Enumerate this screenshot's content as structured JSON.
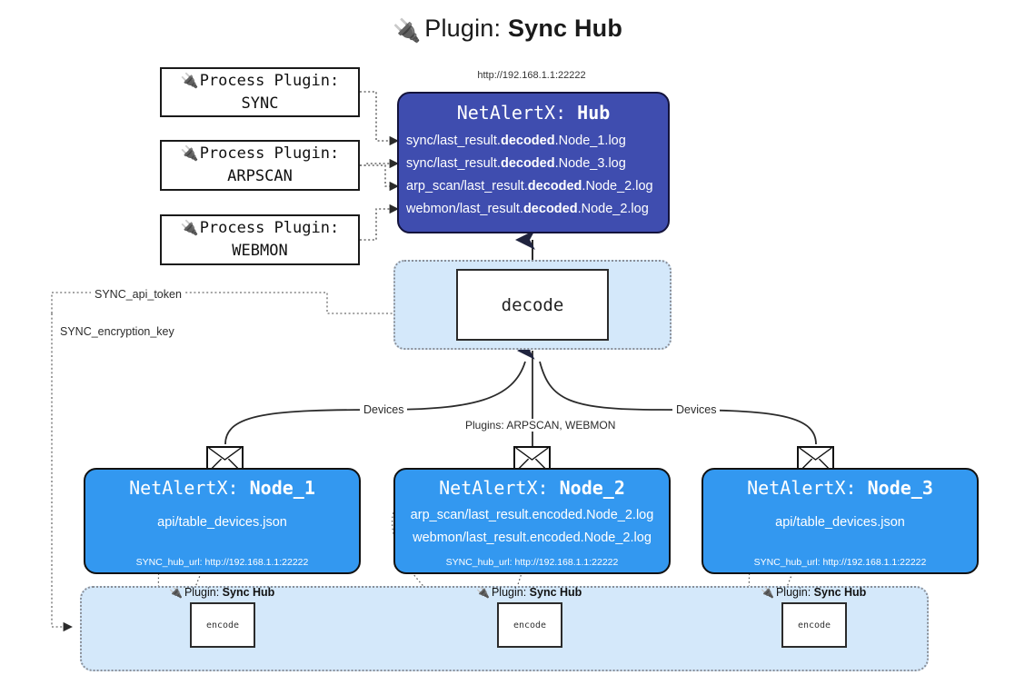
{
  "title": {
    "icon": "plug-icon",
    "lead": "Plugin:",
    "name": "Sync Hub"
  },
  "hub": {
    "url": "http://192.168.1.1:22222",
    "prefix": "NetAlertX:",
    "name": "Hub",
    "rows": [
      {
        "pre": "sync/last_result.",
        "mid": "decoded",
        "post": ".Node_1.log"
      },
      {
        "pre": "sync/last_result.",
        "mid": "decoded",
        "post": ".Node_3.log"
      },
      {
        "pre": "arp_scan/last_result.",
        "mid": "decoded",
        "post": ".Node_2.log"
      },
      {
        "pre": "webmon/last_result.",
        "mid": "decoded",
        "post": ".Node_2.log"
      }
    ]
  },
  "process_plugins": [
    {
      "icon": "plug-icon",
      "label": "Process Plugin:",
      "name": "SYNC"
    },
    {
      "icon": "plug-icon",
      "label": "Process Plugin:",
      "name": "ARPSCAN"
    },
    {
      "icon": "plug-icon",
      "label": "Process Plugin:",
      "name": "WEBMON"
    }
  ],
  "decode": {
    "label": "decode"
  },
  "settings_edges": [
    {
      "label": "SYNC_api_token"
    },
    {
      "label": "SYNC_encryption_key"
    }
  ],
  "transfer_labels": {
    "left": "Devices",
    "center": "Plugins: ARPSCAN, WEBMON",
    "right": "Devices"
  },
  "nodes": [
    {
      "prefix": "NetAlertX:",
      "name": "Node_1",
      "lines": [
        "api/table_devices.json"
      ],
      "footer": "SYNC_hub_url: http://192.168.1.1:22222",
      "envelope_icon": "envelope-icon"
    },
    {
      "prefix": "NetAlertX:",
      "name": "Node_2",
      "lines": [
        "arp_scan/last_result.encoded.Node_2.log",
        "webmon/last_result.encoded.Node_2.log"
      ],
      "footer": "SYNC_hub_url: http://192.168.1.1:22222",
      "envelope_icon": "envelope-icon"
    },
    {
      "prefix": "NetAlertX:",
      "name": "Node_3",
      "lines": [
        "api/table_devices.json"
      ],
      "footer": "SYNC_hub_url: http://192.168.1.1:22222",
      "envelope_icon": "envelope-icon"
    }
  ],
  "encoders": [
    {
      "icon": "plug-icon",
      "label": "Plugin:",
      "name": "Sync Hub",
      "box": "encode"
    },
    {
      "icon": "plug-icon",
      "label": "Plugin:",
      "name": "Sync Hub",
      "box": "encode"
    },
    {
      "icon": "plug-icon",
      "label": "Plugin:",
      "name": "Sync Hub",
      "box": "encode"
    }
  ],
  "colors": {
    "hub_fill": "#3f4daf",
    "node_fill": "#3398f0",
    "container_fill": "#d4e8fa",
    "stroke": "#1a1a1a"
  }
}
